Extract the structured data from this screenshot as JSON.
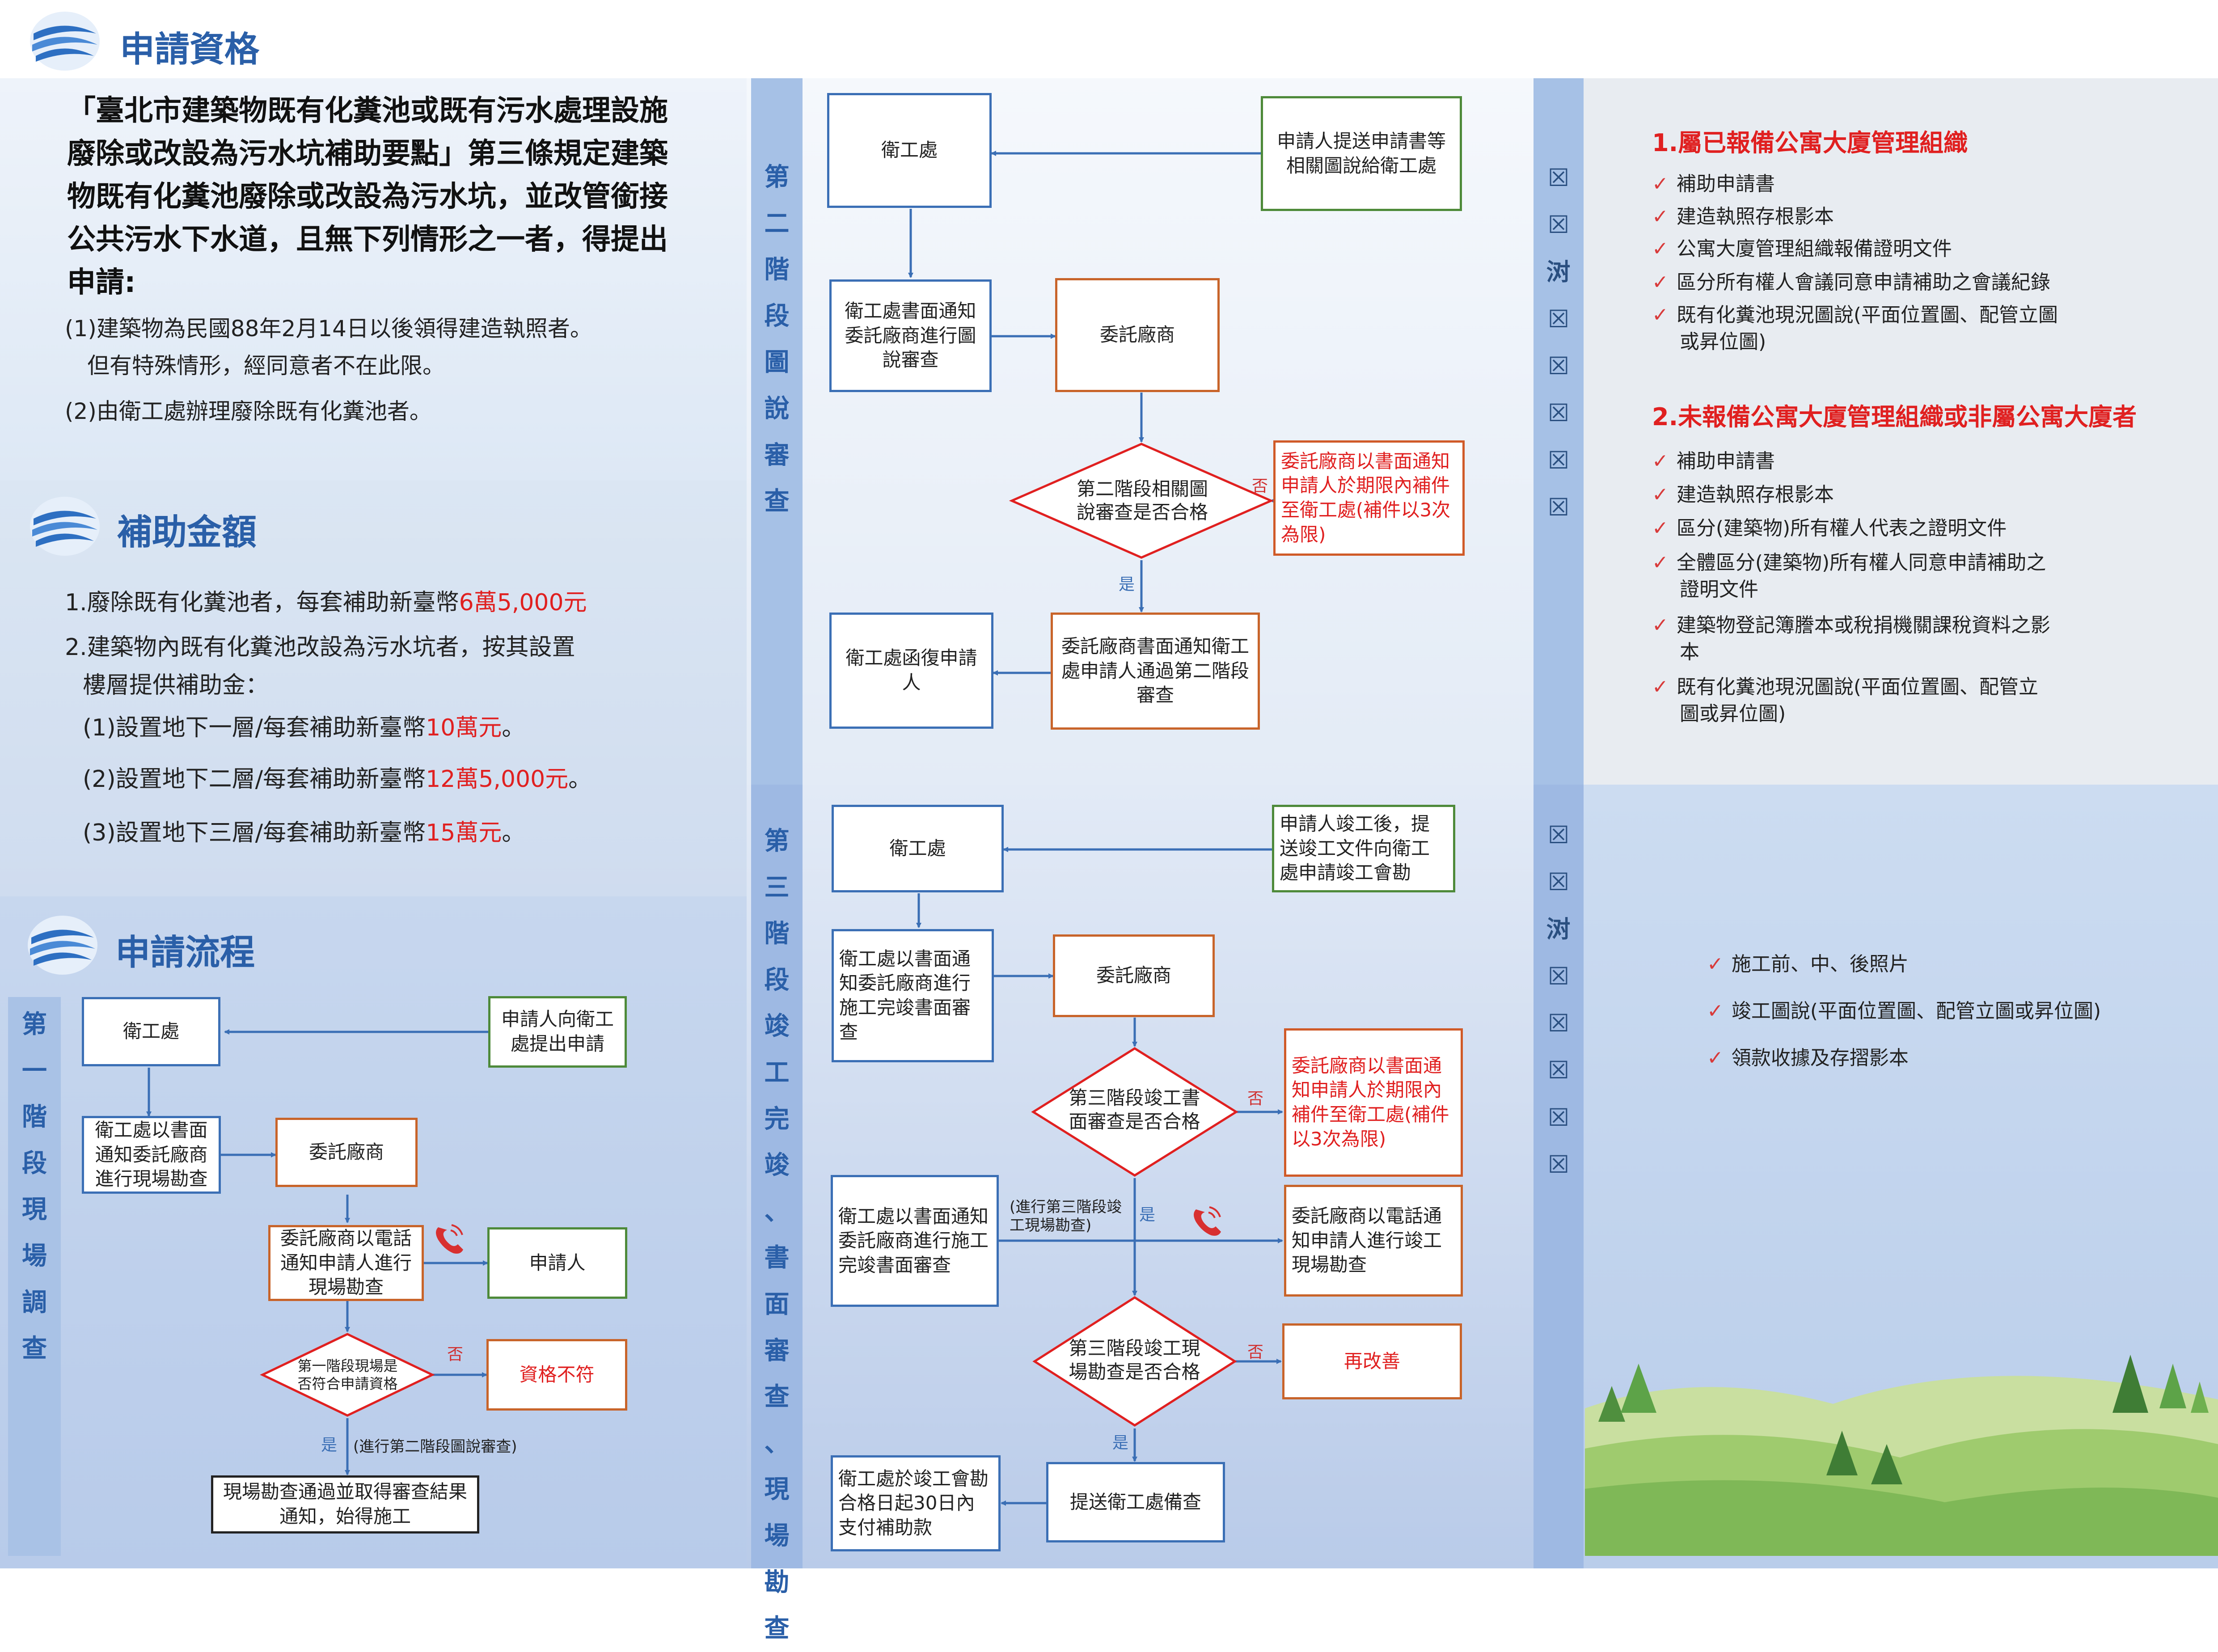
{
  "sections": {
    "eligibility_title": "申請資格",
    "subsidy_title": "補助金額",
    "process_title": "申請流程"
  },
  "eligibility": {
    "intro": "「臺北市建築物既有化糞池或既有污水處理設施廢除或改設為污水坑補助要點」第三條規定建築物既有化糞池廢除或改設為污水坑，並改管銜接公共污水下水道，且無下列情形之一者，得提出申請:",
    "item1": "(1)建築物為民國88年2月14日以後領得建造執照者。",
    "item1b": "但有特殊情形，經同意者不在此限。",
    "item2": "(2)由衛工處辦理廢除既有化糞池者。"
  },
  "subsidy": {
    "l1_pre": "1.廢除既有化糞池者，每套補助新臺幣",
    "l1_amt": "6萬5,000元",
    "l2": "2.建築物內既有化糞池改設為污水坑者，按其設置",
    "l2b": "樓層提供補助金：",
    "s1_pre": "(1)設置地下一層/每套補助新臺幣",
    "s1_amt": "10萬元",
    "s1_post": "。",
    "s2_pre": "(2)設置地下二層/每套補助新臺幣",
    "s2_amt": "12萬5,000元",
    "s2_post": "。",
    "s3_pre": "(3)設置地下三層/每套補助新臺幣",
    "s3_amt": "15萬元",
    "s3_post": "。"
  },
  "stage1": {
    "label": [
      "第",
      "一",
      "階",
      "段",
      "現",
      "場",
      "調",
      "查"
    ],
    "n_office": "衛工處",
    "n_apply": "申請人向衛工處提出申請",
    "n_notify": "衛工處以書面通知委託廠商進行現場勘查",
    "n_vendor": "委託廠商",
    "n_phone": "委託廠商以電話通知申請人進行現場勘查",
    "n_applicant": "申請人",
    "n_decision": "第一階段現場是否符合申請資格",
    "n_reject": "資格不符",
    "n_result": "現場勘查通過並取得審查結果通知，始得施工",
    "lbl_no": "否",
    "lbl_yes": "是",
    "lbl_next": "(進行第二階段圖說審查)"
  },
  "stage2": {
    "label": [
      "第",
      "二",
      "階",
      "段",
      "圖",
      "說",
      "審",
      "查"
    ],
    "n_office": "衛工處",
    "n_submit": "申請人提送申請書等相關圖說給衛工處",
    "n_notify": "衛工處書面通知委託廠商進行圖說審查",
    "n_vendor": "委託廠商",
    "n_decision": "第二階段相關圖說審查是否合格",
    "n_fix": "委託廠商以書面通知申請人於期限內補件至衛工處(補件以3次為限)",
    "n_reply": "衛工處函復申請人",
    "n_pass": "委託廠商書面通知衛工處申請人通過第二階段審查",
    "lbl_no": "否",
    "lbl_yes": "是"
  },
  "stage3": {
    "label": [
      "第",
      "三",
      "階",
      "段",
      "竣",
      "工",
      "完",
      "竣",
      "、",
      "書",
      "面",
      "審",
      "查",
      "、",
      "現",
      "場",
      "勘",
      "查"
    ],
    "n_office": "衛工處",
    "n_complete": "申請人竣工後，提送竣工文件向衛工處申請竣工會勘",
    "n_notify": "衛工處以書面通知委託廠商進行施工完竣書面審查",
    "n_vendor": "委託廠商",
    "n_dec1": "第三階段竣工書面審查是否合格",
    "n_fix": "委託廠商以書面通知申請人於期限內補件至衛工處(補件以3次為限)",
    "n_notify2": "衛工處以書面通知委託廠商進行施工完竣書面審查",
    "n_phone": "委託廠商以電話通知申請人進行竣工現場勘查",
    "n_dec2": "第三階段竣工現場勘查是否合格",
    "n_improve": "再改善",
    "n_pay": "衛工處於竣工會勘合格日起30日內支付補助款",
    "n_send": "提送衛工處備查",
    "lbl_no1": "否",
    "lbl_yes1": "是",
    "lbl_field": "(進行第三階段竣工現場勘查)",
    "lbl_no2": "否",
    "lbl_yes2": "是"
  },
  "docs_upper": {
    "label": [
      "☒",
      "☒",
      "㳔",
      "☒",
      "☒",
      "☒",
      "☒",
      "☒"
    ],
    "h1": "1.屬已報備公寓大廈管理組織",
    "list1": [
      "補助申請書",
      "建造執照存根影本",
      "公寓大廈管理組織報備證明文件",
      "區分所有權人會議同意申請補助之會議紀錄",
      "既有化糞池現況圖說(平面位置圖、配管立圖",
      "或昇位圖)"
    ],
    "h2": "2.未報備公寓大廈管理組織或非屬公寓大廈者",
    "list2": [
      "補助申請書",
      "建造執照存根影本",
      "區分(建築物)所有權人代表之證明文件",
      "全體區分(建築物)所有權人同意申請補助之",
      "證明文件",
      "建築物登記簿謄本或稅捐機關課稅資料之影",
      "本",
      "既有化糞池現況圖說(平面位置圖、配管立",
      "圖或昇位圖)"
    ]
  },
  "docs_lower": {
    "label": [
      "☒",
      "☒",
      "㳔",
      "☒",
      "☒",
      "☒",
      "☒",
      "☒"
    ],
    "list": [
      "施工前、中、後照片",
      "竣工圖說(平面位置圖、配管立圖或昇位圖)",
      "領款收據及存摺影本"
    ]
  },
  "colors": {
    "title_blue": "#2a5fa8",
    "red": "#e02020",
    "box_blue": "#3b6fb5",
    "box_green": "#4e8a3a",
    "box_orange": "#c8642a",
    "diamond_red": "#e02020"
  }
}
